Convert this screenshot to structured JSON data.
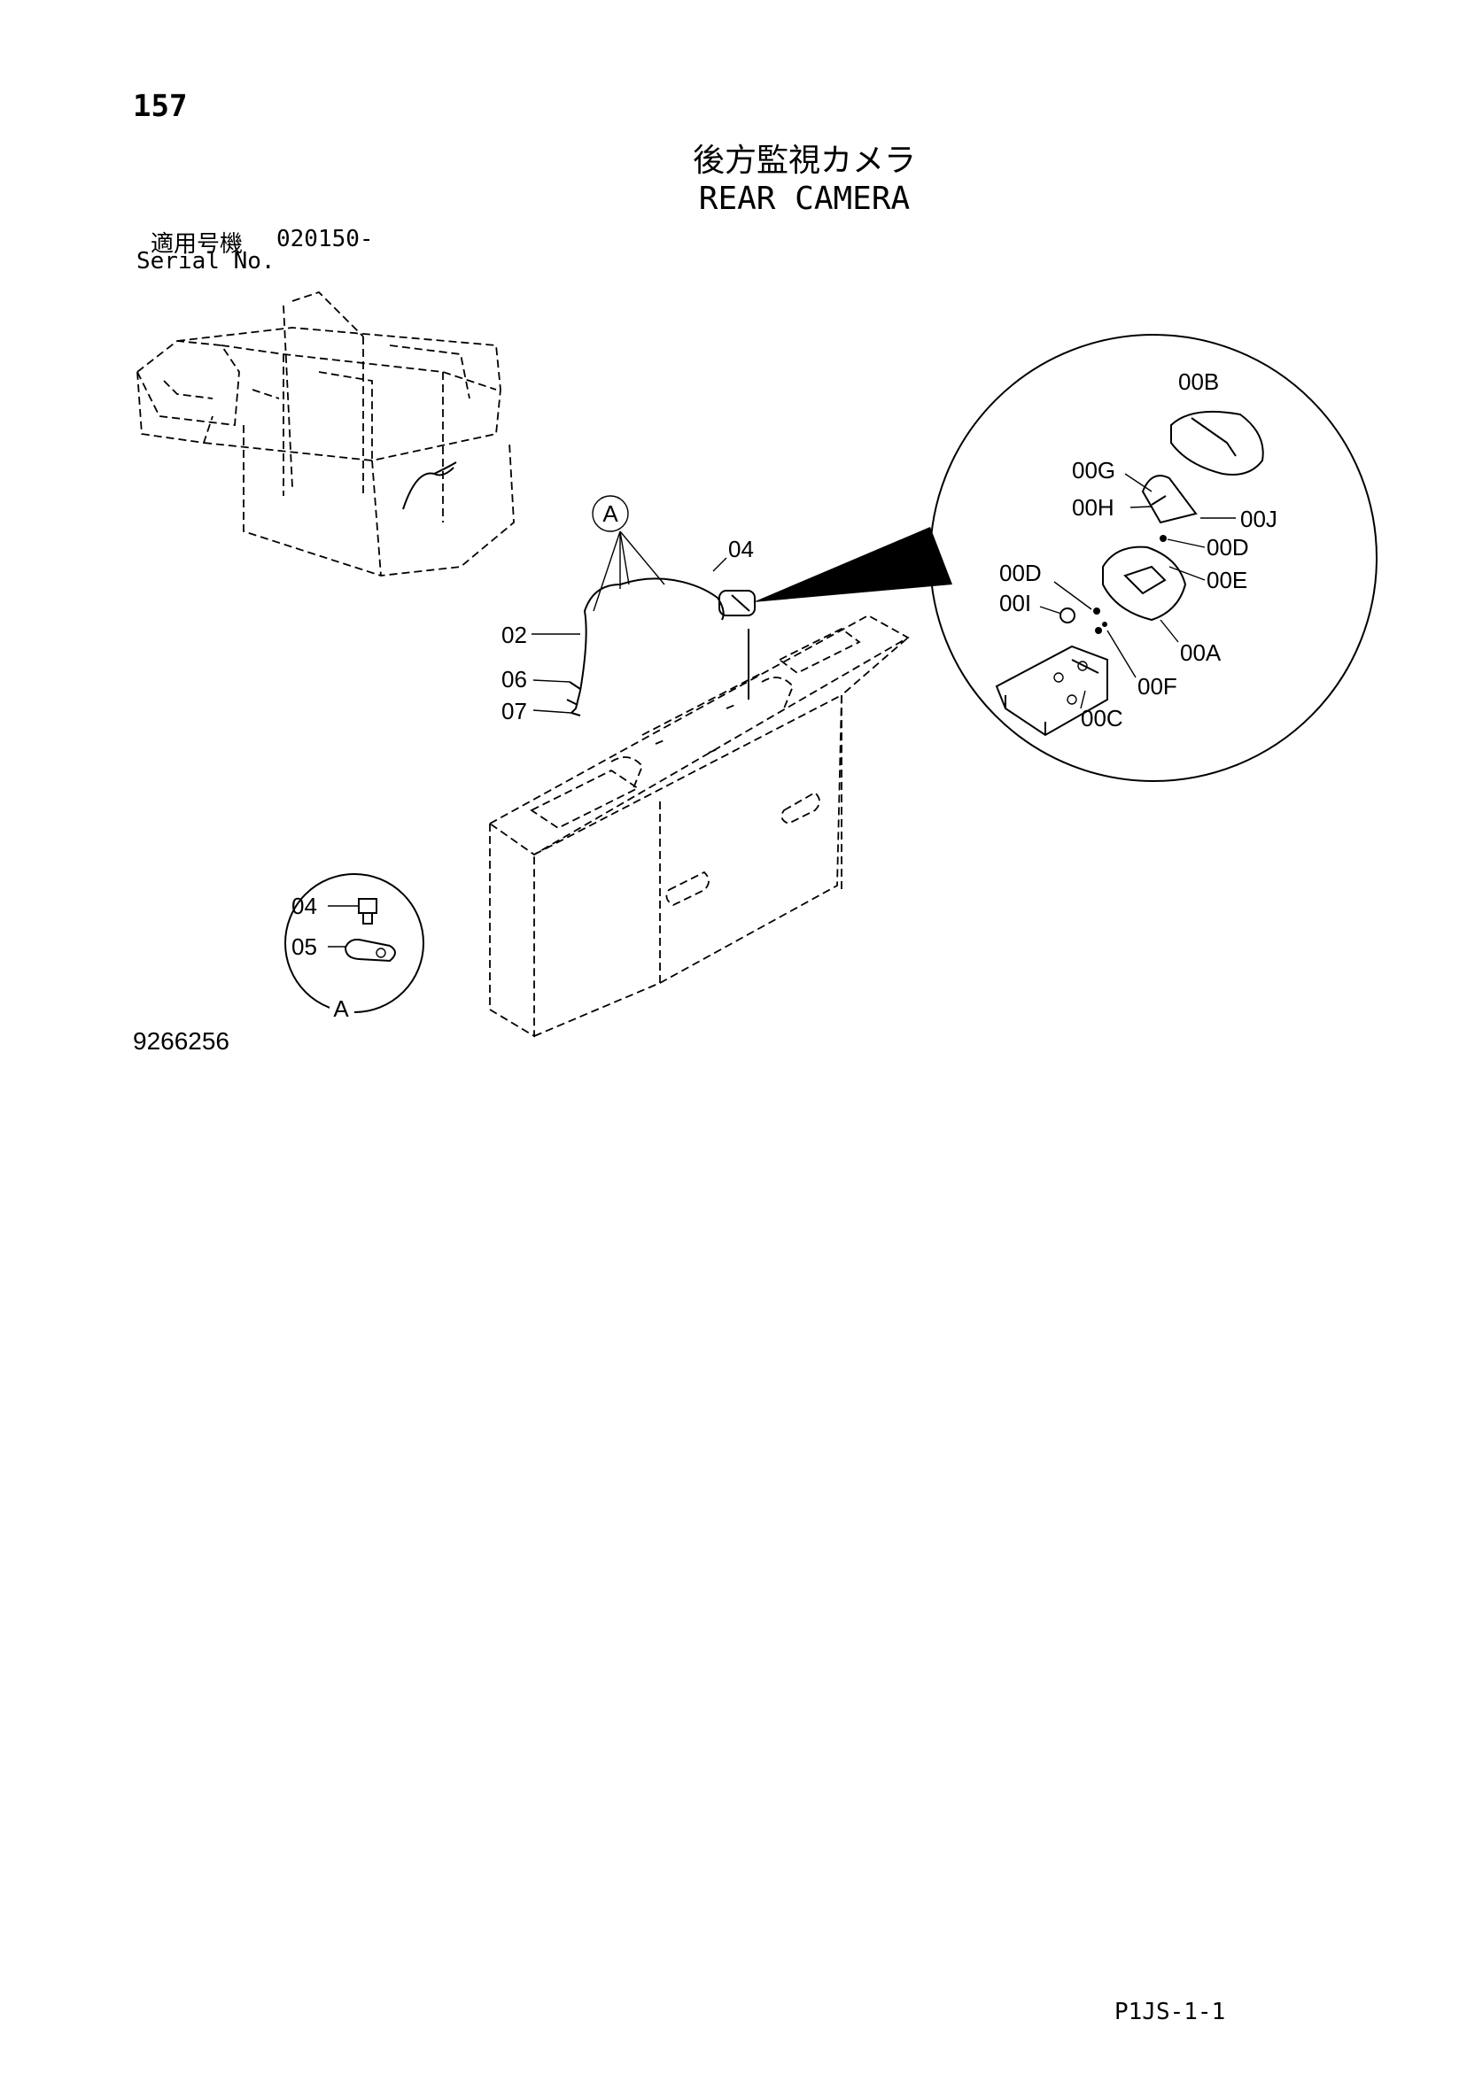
{
  "header": {
    "page_number": "157",
    "title_jp": "後方監視カメラ",
    "title_en": "REAR CAMERA",
    "serial_label_jp": "適用号機",
    "serial_range": "020150-",
    "serial_label_en": "Serial No."
  },
  "diagram": {
    "callouts": {
      "A": "A",
      "p02": "02",
      "p04": "04",
      "p06": "06",
      "p07": "07"
    },
    "camera_detail": {
      "p00A": "00A",
      "p00B": "00B",
      "p00C": "00C",
      "p00D_1": "00D",
      "p00D_2": "00D",
      "p00E": "00E",
      "p00F": "00F",
      "p00G": "00G",
      "p00H": "00H",
      "p00I": "00I",
      "p00J": "00J"
    },
    "view_a": {
      "p04": "04",
      "p05": "05",
      "label": "A"
    }
  },
  "footer": {
    "drawing_number": "9266256",
    "page_code": "P1JS-1-1"
  }
}
